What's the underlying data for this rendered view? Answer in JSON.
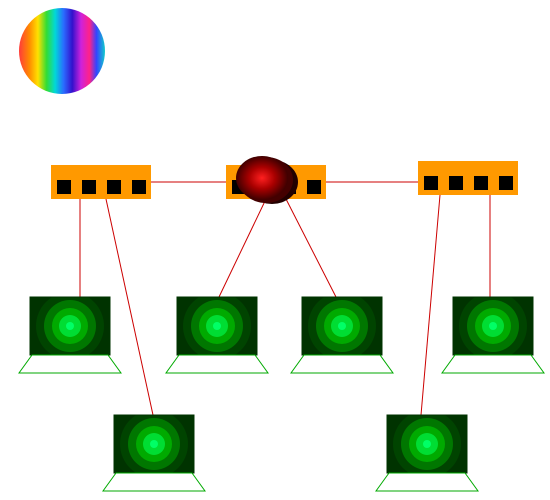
{
  "diagram": {
    "type": "network-topology",
    "colors": {
      "switch": "#ff9900",
      "port": "#000000",
      "link": "#cc0000",
      "laptop_screen_dark": "#003300",
      "laptop_screen_ring": "#00aa00",
      "laptop_screen_center": "#00ff66",
      "laptop_base": "#00aa00",
      "hub_center": "#ff0000",
      "hub_edge": "#330000"
    },
    "icons": {
      "logo": "spectrum-circle-icon",
      "switch": "switch-icon",
      "hub": "router-hub-icon",
      "laptop": "laptop-icon"
    },
    "switches": [
      {
        "id": "switch-left",
        "ports": 4
      },
      {
        "id": "switch-center",
        "ports": 4,
        "has_hub": true
      },
      {
        "id": "switch-right",
        "ports": 4
      }
    ],
    "laptops": [
      {
        "id": "laptop-1"
      },
      {
        "id": "laptop-2"
      },
      {
        "id": "laptop-3"
      },
      {
        "id": "laptop-4"
      },
      {
        "id": "laptop-5"
      },
      {
        "id": "laptop-6"
      }
    ],
    "links": [
      {
        "from": "switch-left",
        "to": "switch-center"
      },
      {
        "from": "switch-center",
        "to": "switch-right"
      },
      {
        "from": "switch-left",
        "to": "laptop-1"
      },
      {
        "from": "switch-left",
        "to": "laptop-5"
      },
      {
        "from": "switch-center",
        "to": "laptop-2"
      },
      {
        "from": "switch-center",
        "to": "laptop-3"
      },
      {
        "from": "switch-right",
        "to": "laptop-6"
      },
      {
        "from": "switch-right",
        "to": "laptop-4"
      }
    ]
  }
}
